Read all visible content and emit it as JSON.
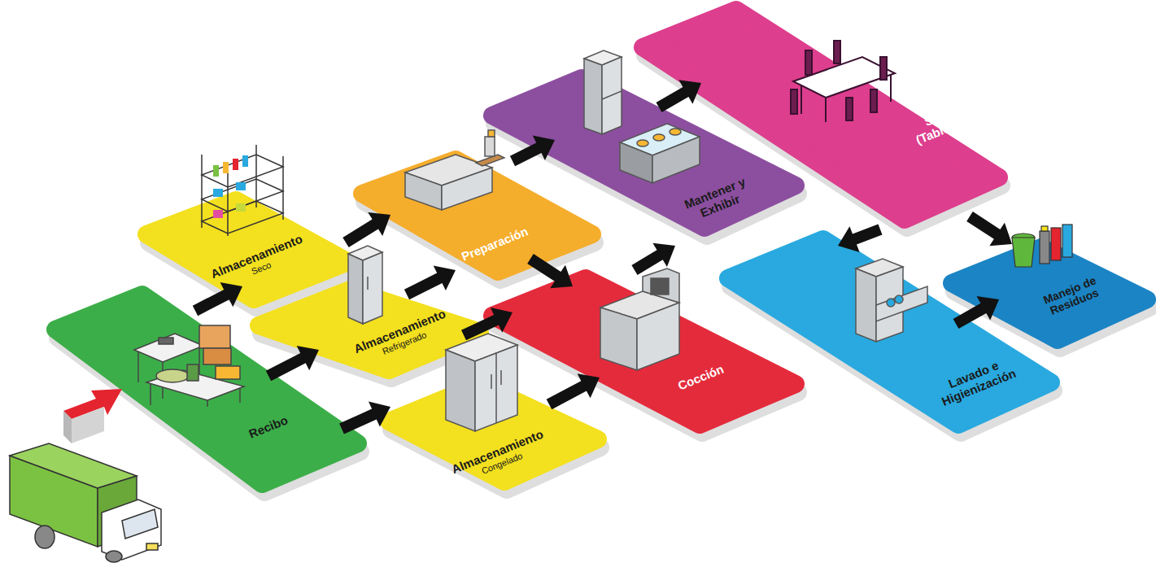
{
  "diagram": {
    "nodes": [
      {
        "text": [
          "Recibo"
        ]
      },
      {
        "text": [
          "Almacenamiento",
          "Seco"
        ]
      },
      {
        "text": [
          "Almacenamiento",
          "Refrigerado"
        ]
      },
      {
        "text": [
          "Almacenamiento",
          "Congelado"
        ]
      },
      {
        "text": [
          "Preparación"
        ]
      },
      {
        "text": [
          "Cocción"
        ]
      },
      {
        "text": [
          "Mantener y Exhibir"
        ]
      },
      {
        "text": [
          "Servir (Table Top)"
        ]
      },
      {
        "text": [
          "Lavado e Higienización"
        ]
      },
      {
        "text": [
          "Manejo de Residuos"
        ]
      }
    ],
    "edges": [
      {
        "from": 0,
        "to": 1,
        "arrow": "to"
      },
      {
        "from": 0,
        "to": 2,
        "arrow": "to"
      },
      {
        "from": 0,
        "to": 3,
        "arrow": "to"
      },
      {
        "from": 1,
        "to": 4,
        "arrow": "to"
      },
      {
        "from": 2,
        "to": 4,
        "arrow": "to"
      },
      {
        "from": 2,
        "to": 5,
        "arrow": "to"
      },
      {
        "from": 3,
        "to": 5,
        "arrow": "to"
      },
      {
        "from": 4,
        "to": 6,
        "arrow": "to"
      },
      {
        "from": 4,
        "to": 5,
        "arrow": "to"
      },
      {
        "from": 5,
        "to": 6,
        "arrow": "to"
      },
      {
        "from": 6,
        "to": 7,
        "arrow": "to"
      },
      {
        "from": 7,
        "to": 8,
        "arrow": "to"
      },
      {
        "from": 7,
        "to": 9,
        "arrow": "to"
      },
      {
        "from": 8,
        "to": 9,
        "arrow": "to"
      }
    ]
  }
}
